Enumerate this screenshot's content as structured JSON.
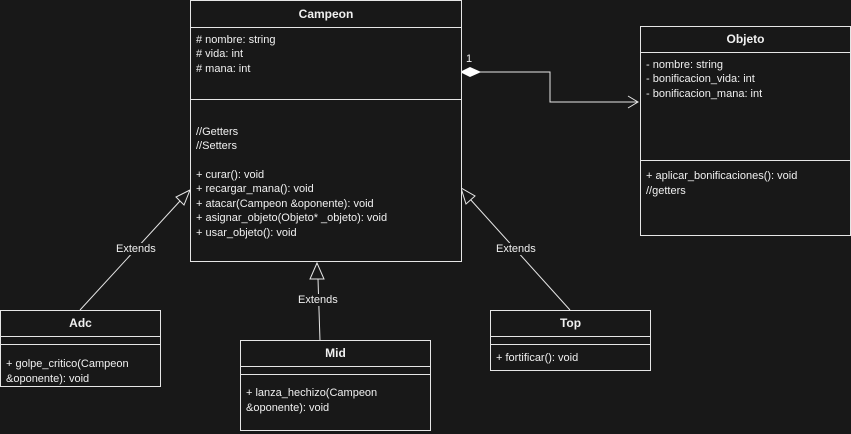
{
  "campeon": {
    "name": "Campeon",
    "attributes": [
      "# nombre: string",
      "# vida: int",
      "# mana: int"
    ],
    "comments": [
      "//Getters",
      "//Setters"
    ],
    "methods": [
      "+ curar(): void",
      "+ recargar_mana(): void",
      "+ atacar(Campeon &oponente): void",
      "+ asignar_objeto(Objeto* _objeto): void",
      "+ usar_objeto(): void"
    ]
  },
  "objeto": {
    "name": "Objeto",
    "attributes": [
      "- nombre: string",
      "- bonificacion_vida: int",
      "- bonificacion_mana: int"
    ],
    "methods": [
      "+ aplicar_bonificaciones(): void",
      "//getters"
    ]
  },
  "adc": {
    "name": "Adc",
    "methods": [
      "+ golpe_critico(Campeon",
      "&oponente): void"
    ]
  },
  "mid": {
    "name": "Mid",
    "methods": [
      "+ lanza_hechizo(Campeon",
      "&oponente): void"
    ]
  },
  "top": {
    "name": "Top",
    "methods": [
      "+ fortificar(): void"
    ]
  },
  "relations": {
    "multiplicity": "1",
    "extends_adc": "Extends",
    "extends_mid": "Extends",
    "extends_top": "Extends"
  }
}
